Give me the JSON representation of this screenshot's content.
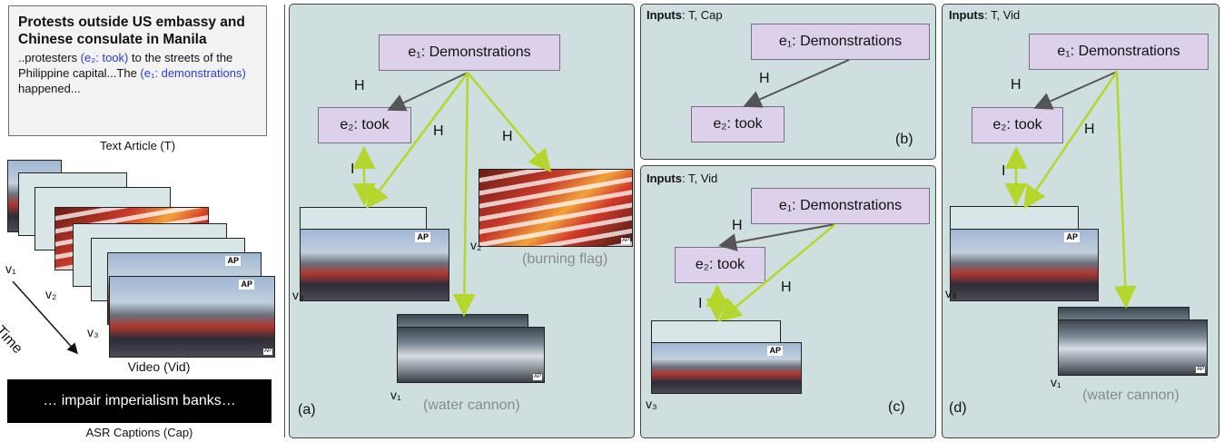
{
  "article": {
    "title": "Protests outside US embassy and Chinese consulate in Manila",
    "line1_a": "..protesters ",
    "line1_link": "(e₂: took)",
    "line1_b": " to the streets of the Philippine capital...The ",
    "line2_link": "(e₁: demonstrations)",
    "line2_b": " happened...",
    "caption": "Text Article (T)"
  },
  "video": {
    "caption": "Video (Vid)",
    "time_label": "Time",
    "v1": "v₁",
    "v2": "v₂",
    "v3": "v₃",
    "ap": "AP"
  },
  "asr": {
    "text": "… impair imperialism banks…",
    "caption": "ASR Captions (Cap)"
  },
  "panels": {
    "a": {
      "label": "(a)",
      "e1": "e₁: Demonstrations",
      "e2": "e₂: took",
      "edge_h": "H",
      "edge_i": "I",
      "v1": "v₁",
      "v2": "v₂",
      "v3": "v₃",
      "burning": "(burning flag)",
      "water": "(water cannon)"
    },
    "b": {
      "label": "(b)",
      "inputs_bold": "Inputs",
      "inputs_rest": ": T, Cap",
      "e1": "e₁: Demonstrations",
      "e2": "e₂: took",
      "edge_h": "H"
    },
    "c": {
      "label": "(c)",
      "inputs_bold": "Inputs",
      "inputs_rest": ": T, Vid",
      "e1": "e₁: Demonstrations",
      "e2": "e₂: took",
      "edge_h": "H",
      "edge_i": "I",
      "v3": "v₃"
    },
    "d": {
      "label": "(d)",
      "inputs_bold": "Inputs",
      "inputs_rest": ": T, Vid",
      "e1": "e₁: Demonstrations",
      "e2": "e₂: took",
      "edge_h": "H",
      "edge_i": "I",
      "v1": "v₁",
      "v3": "v₃",
      "water": "(water cannon)"
    }
  },
  "colors": {
    "panel_bg": "#cfdfdf",
    "node_bg": "#ddd0ea",
    "hier_arrow_grey": "#555555",
    "link_arrow_green": "#b5d62c",
    "link_text_blue": "#2a3ad6"
  }
}
